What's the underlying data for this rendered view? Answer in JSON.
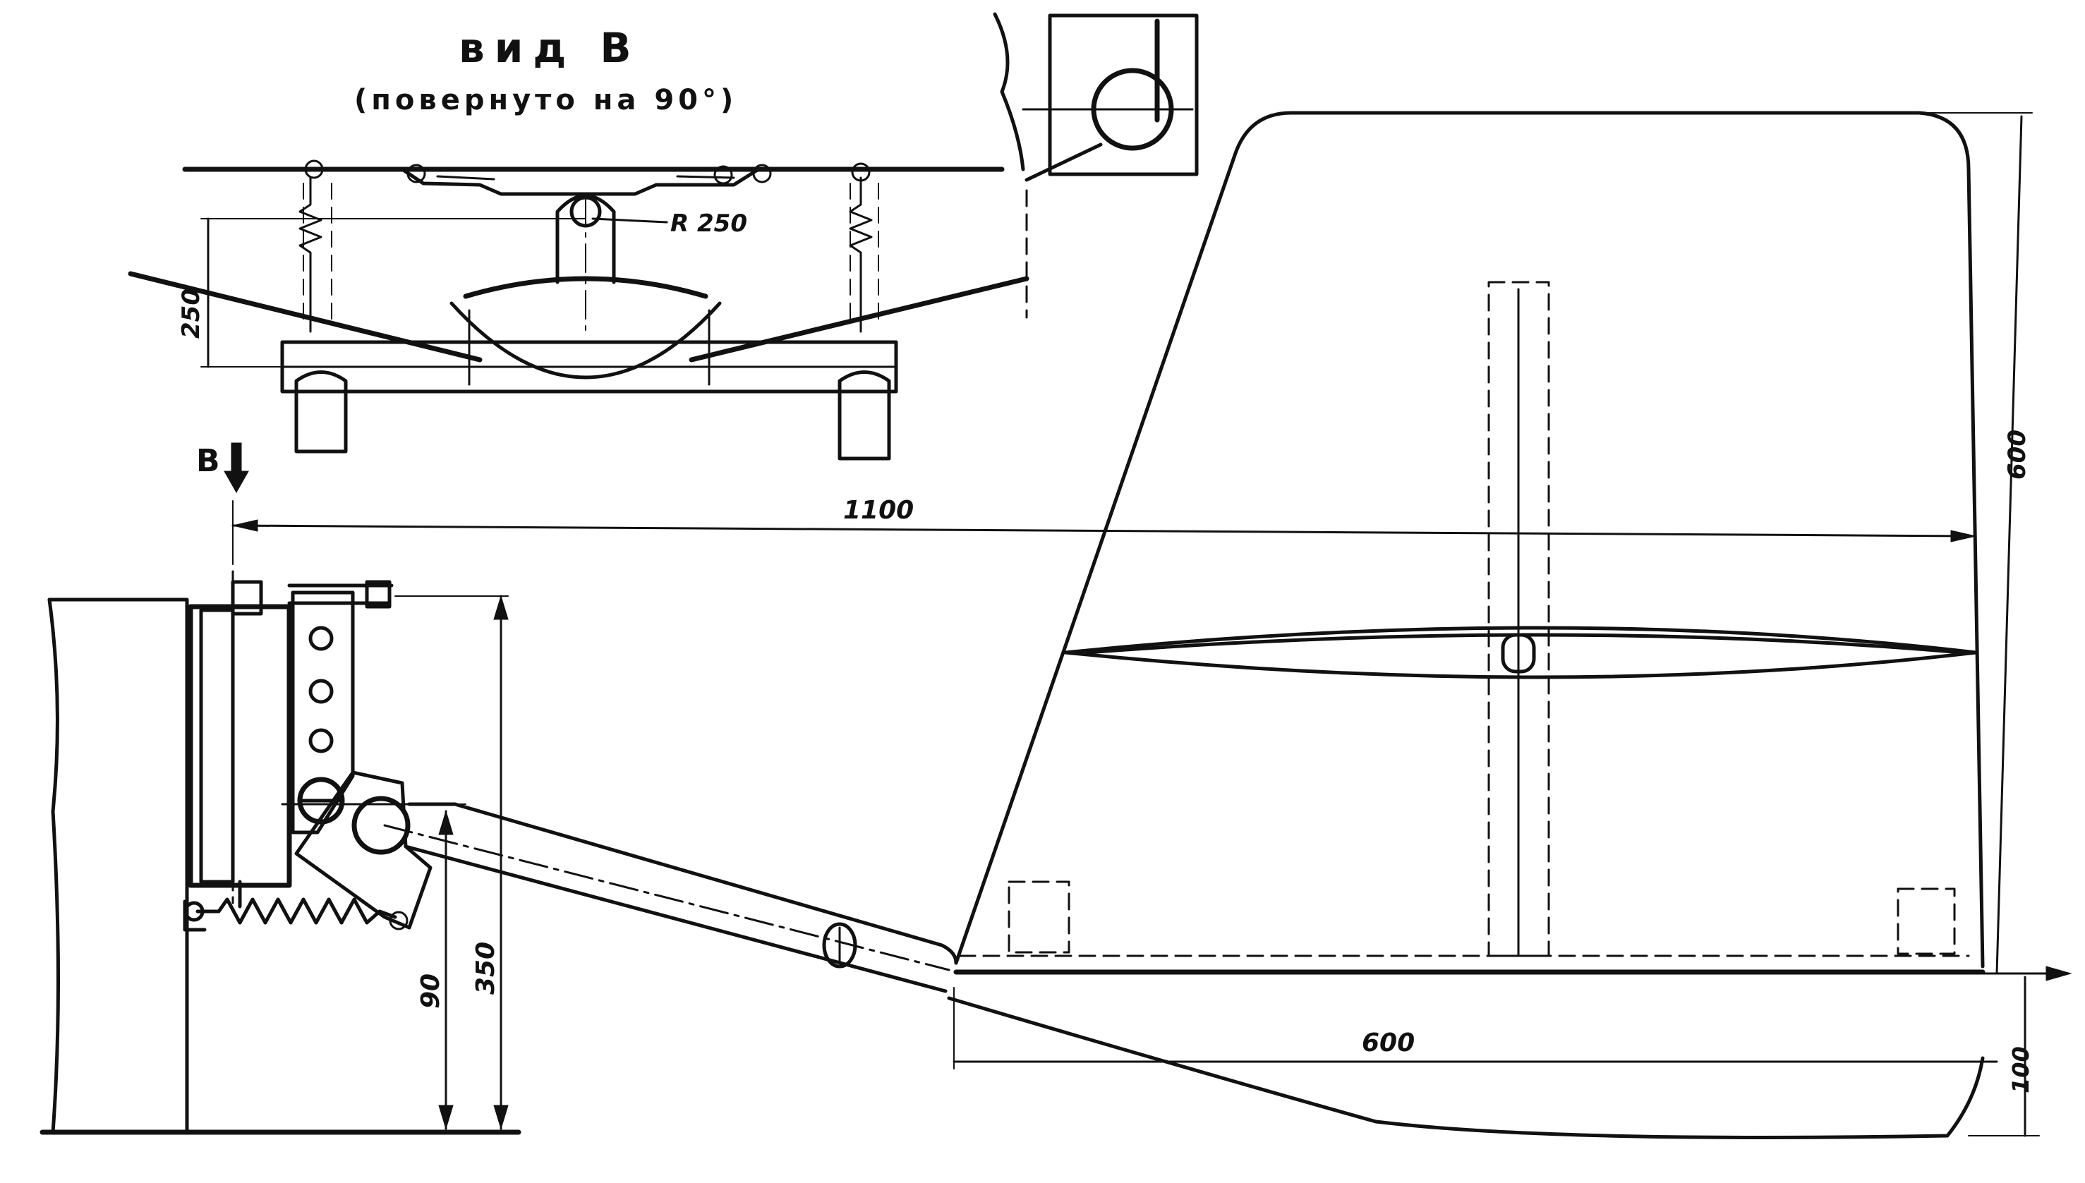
{
  "view_label": {
    "title": "вид В",
    "subtitle": "(повернуто на 90°)"
  },
  "dimensions": {
    "radius": "R 250",
    "height_250": "250",
    "length_1100": "1100",
    "height_600": "600",
    "length_600": "600",
    "height_90": "90",
    "height_350": "350",
    "height_100": "100"
  },
  "view_marker": "В",
  "colors": {
    "ink": "#111111",
    "paper": "#ffffff"
  }
}
